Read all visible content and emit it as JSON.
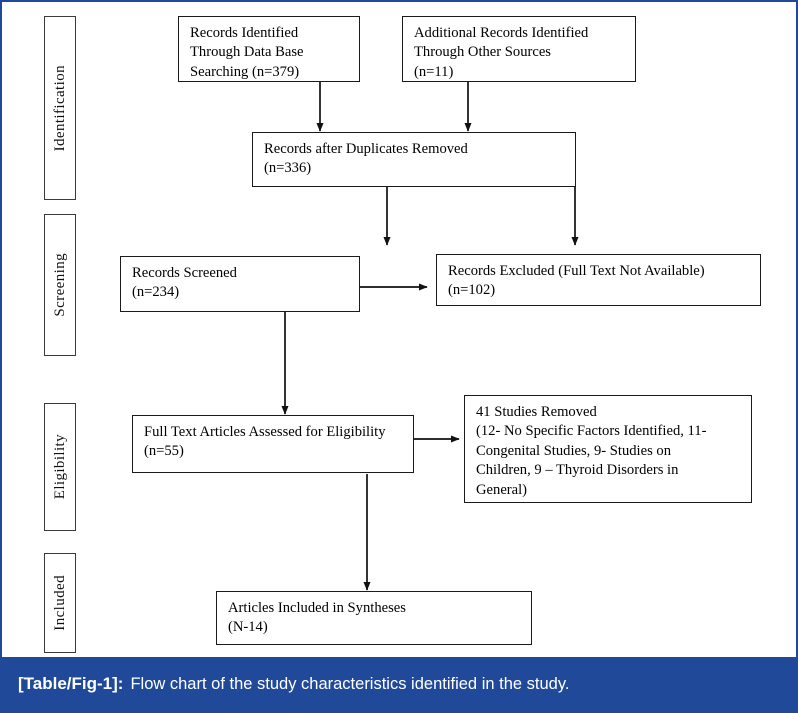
{
  "figure": {
    "caption_tag": "[Table/Fig-1]:",
    "caption_text": "Flow chart of the study characteristics identified in the study.",
    "frame_color": "#21499a",
    "caption_bar_color": "#21499a"
  },
  "stages": [
    {
      "label": "Identification"
    },
    {
      "label": "Screening"
    },
    {
      "label": "Eligibility"
    },
    {
      "label": "Included"
    }
  ],
  "boxes": {
    "records_identified_database": "Records Identified\nThrough Data Base\n Searching (n=379)",
    "additional_records": "Additional Records Identified\nThrough Other Sources\n(n=11)",
    "records_after_duplicates": "Records after Duplicates Removed\n(n=336)",
    "records_screened": "Records Screened\n(n=234)",
    "records_excluded": "Records Excluded (Full Text Not Available)\n (n=102)",
    "full_text_assessed": "Full Text Articles Assessed for Eligibility\n(n=55)",
    "studies_removed": "41 Studies Removed\n(12- No Specific Factors Identified, 11-\nCongenital Studies, 9- Studies on\nChildren, 9 – Thyroid Disorders in\nGeneral)",
    "articles_included": "Articles Included in Syntheses\n(N-14)"
  },
  "chart_data": {
    "type": "diagram",
    "title": "PRISMA flow chart of the study characteristics identified in the study",
    "nodes": [
      {
        "id": "records_identified_database",
        "stage": "Identification",
        "label": "Records Identified Through Data Base Searching",
        "n": 379
      },
      {
        "id": "additional_records",
        "stage": "Identification",
        "label": "Additional Records Identified Through Other Sources",
        "n": 11
      },
      {
        "id": "records_after_duplicates",
        "stage": "Identification",
        "label": "Records after Duplicates Removed",
        "n": 336
      },
      {
        "id": "records_screened",
        "stage": "Screening",
        "label": "Records Screened",
        "n": 234
      },
      {
        "id": "records_excluded",
        "stage": "Screening",
        "label": "Records Excluded (Full Text Not Available)",
        "n": 102
      },
      {
        "id": "full_text_assessed",
        "stage": "Eligibility",
        "label": "Full Text Articles Assessed for Eligibility",
        "n": 55
      },
      {
        "id": "studies_removed",
        "stage": "Eligibility",
        "label": "41 Studies Removed",
        "n": 41,
        "reasons": [
          {
            "label": "No Specific Factors Identified",
            "n": 12
          },
          {
            "label": "Congenital Studies",
            "n": 11
          },
          {
            "label": "Studies on Children",
            "n": 9
          },
          {
            "label": "Thyroid Disorders in General",
            "n": 9
          }
        ]
      },
      {
        "id": "articles_included",
        "stage": "Included",
        "label": "Articles Included in Syntheses",
        "n": 14
      }
    ],
    "edges": [
      {
        "from": "records_identified_database",
        "to": "records_after_duplicates",
        "direction": "down"
      },
      {
        "from": "additional_records",
        "to": "records_after_duplicates",
        "direction": "down"
      },
      {
        "from": "records_after_duplicates",
        "to": "records_screened",
        "direction": "down"
      },
      {
        "from": "records_after_duplicates",
        "to": "records_excluded",
        "direction": "down"
      },
      {
        "from": "records_screened",
        "to": "records_excluded",
        "direction": "right"
      },
      {
        "from": "records_screened",
        "to": "full_text_assessed",
        "direction": "down"
      },
      {
        "from": "full_text_assessed",
        "to": "studies_removed",
        "direction": "right"
      },
      {
        "from": "full_text_assessed",
        "to": "articles_included",
        "direction": "down"
      }
    ]
  }
}
